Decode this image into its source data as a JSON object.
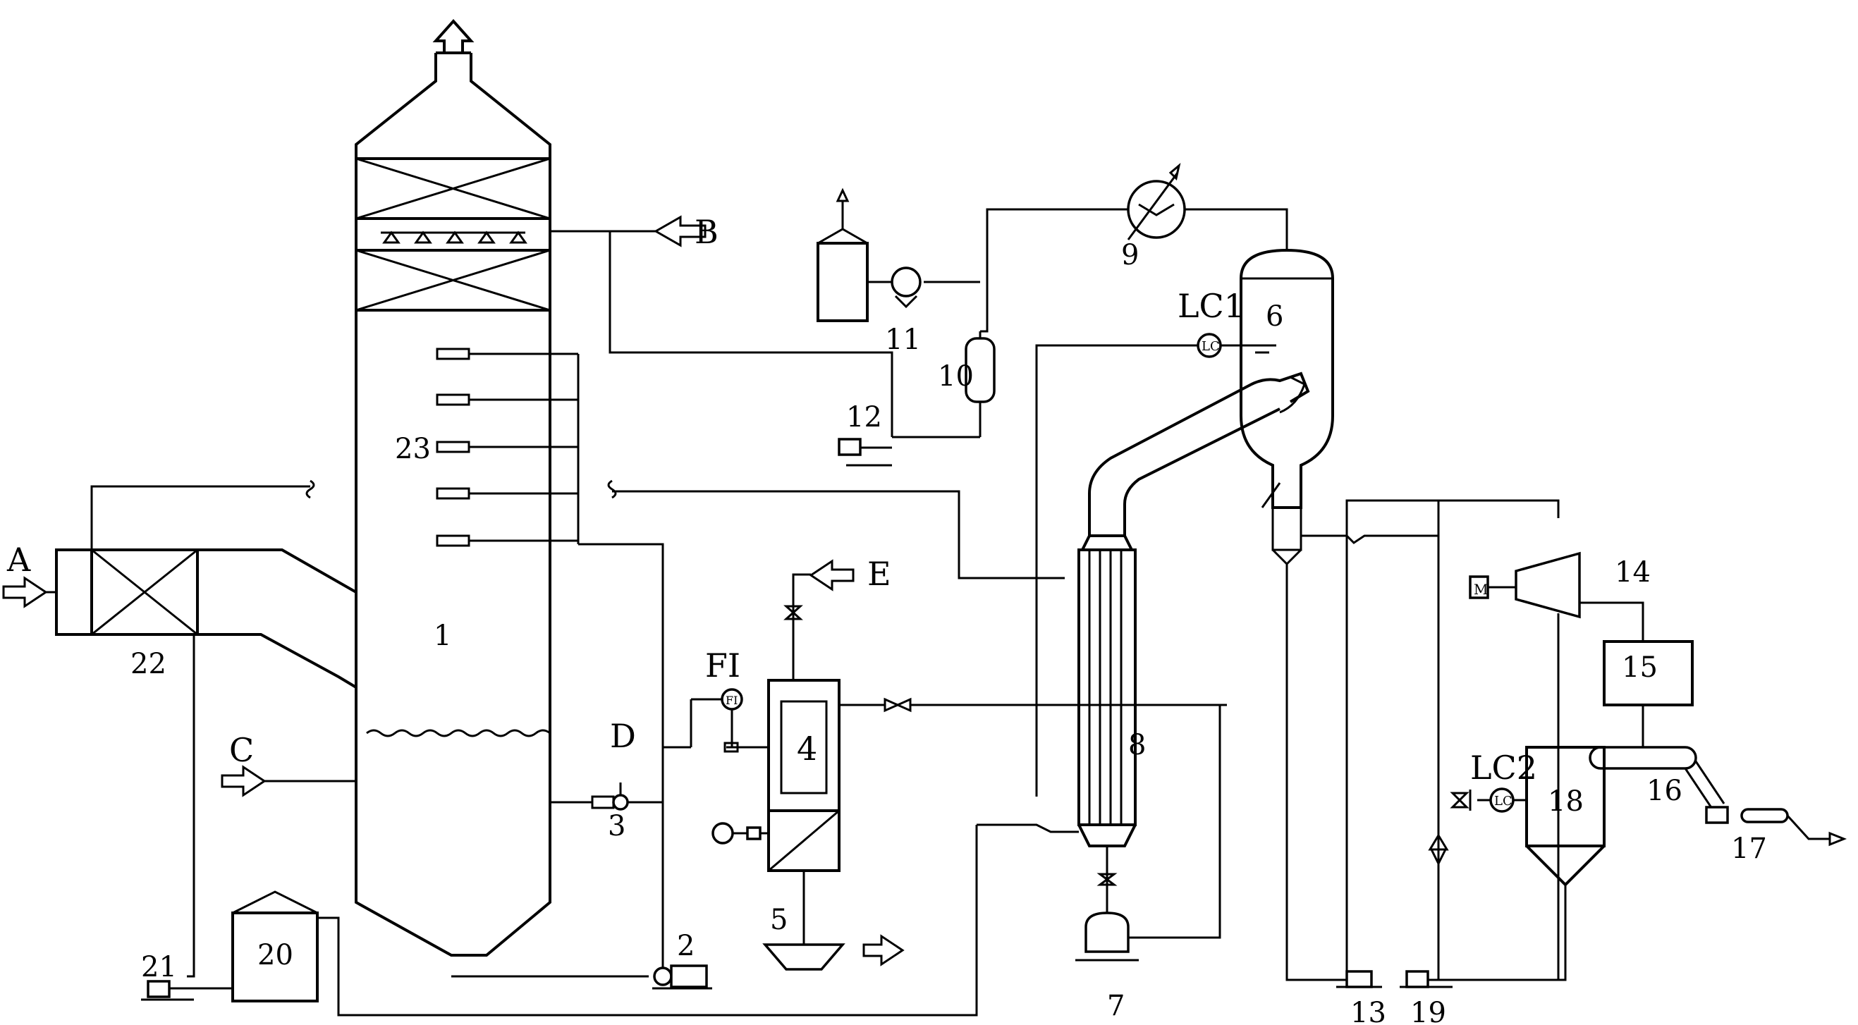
{
  "labels": {
    "n1": "1",
    "n2": "2",
    "n3": "3",
    "n4": "4",
    "n5": "5",
    "n6": "6",
    "n7": "7",
    "n8": "8",
    "n9": "9",
    "n10": "10",
    "n11": "11",
    "n12": "12",
    "n13": "13",
    "n14": "14",
    "n15": "15",
    "n16": "16",
    "n17": "17",
    "n18": "18",
    "n19": "19",
    "n20": "20",
    "n21": "21",
    "n22": "22",
    "n23": "23"
  },
  "streams": {
    "A": "A",
    "B": "B",
    "C": "C",
    "D": "D",
    "E": "E"
  },
  "instruments": {
    "fi": "FI",
    "lc1": "LC1",
    "lc2": "LC2",
    "lc_bubble": "LC",
    "lc_bubble2": "LC",
    "fi_bubble": "FI",
    "m_box": "M"
  }
}
